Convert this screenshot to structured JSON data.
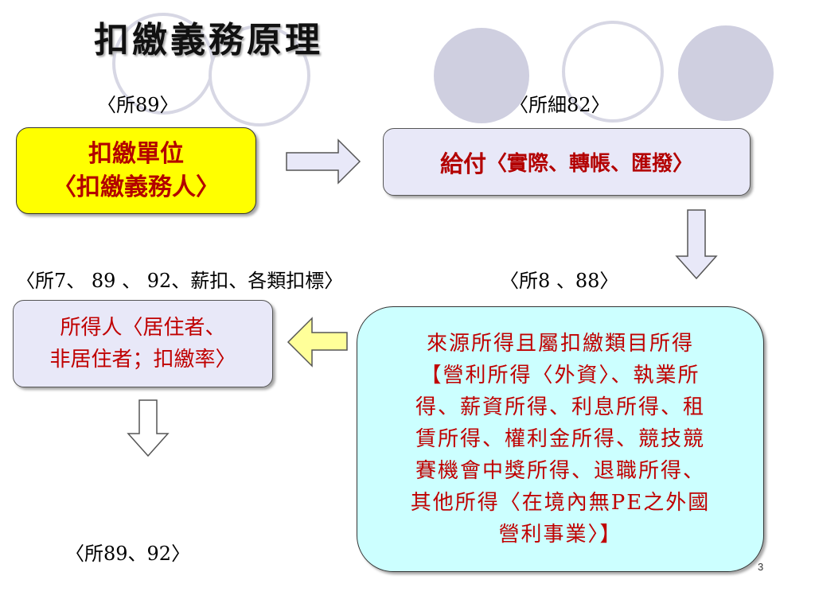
{
  "title": "扣繳義務原理",
  "refs": {
    "top_left": "〈所89〉",
    "top_right": "〈所細82〉",
    "middle_left": "〈所7、 89 、 92、薪扣、各類扣標〉",
    "middle_right": "〈所8 、88〉",
    "bottom_left": "〈所89、92〉"
  },
  "boxes": {
    "withholding_unit": {
      "line1": "扣繳單位",
      "line2": "〈扣繳義務人〉"
    },
    "payment": {
      "lead": "給付",
      "detail": "〈實際、轉帳、匯撥〉"
    },
    "recipient": {
      "line1": "所得人〈居住者、",
      "line2": "非居住者；扣繳率〉"
    },
    "source_income": {
      "lines": [
        "來源所得且屬扣繳類目所得",
        "【營利所得〈外資〉、執業所",
        "得、薪資所得、利息所得、租",
        "賃所得、權利金所得、競技競",
        "賽機會中獎所得、退職所得、",
        "其他所得〈在境內無PE之外國",
        "營利事業〉】"
      ]
    }
  },
  "page_number": "3",
  "colors": {
    "circle_fill": "#cfcfe0",
    "box_text": "#b30000",
    "yellow": "#ffff00",
    "lavender": "#e8e8f8",
    "cyan": "#ccffff",
    "arrow_fill": "#e8e8f8",
    "arrow_yellow": "#ffff99"
  }
}
